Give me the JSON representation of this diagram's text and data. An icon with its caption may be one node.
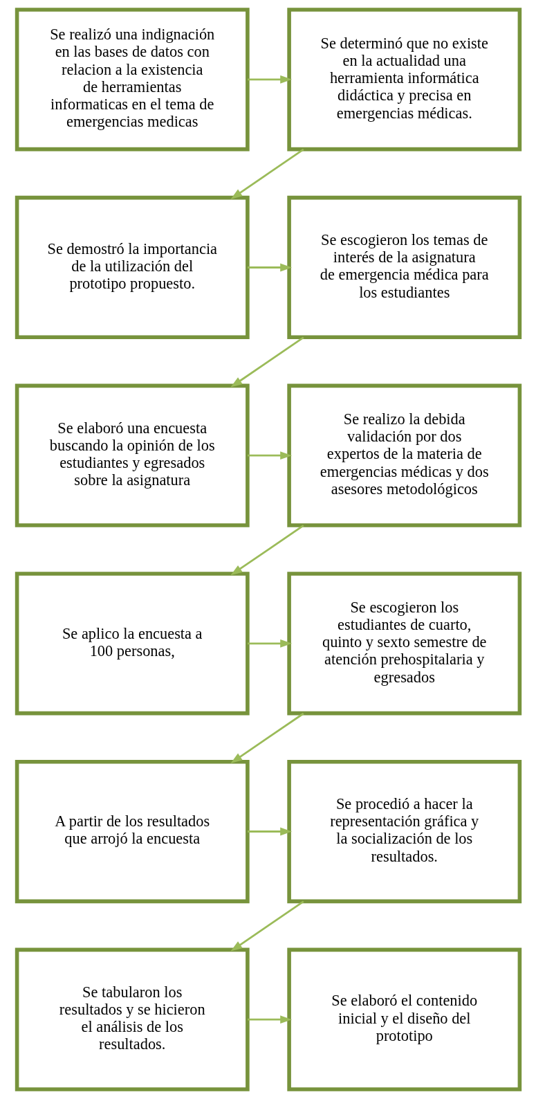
{
  "diagram": {
    "nodes": [
      {
        "text": [
          "Se realizó una indignación en las bases de datos con relacion a la existencia de herramientas informaticas en el tema de emergencias medicas"
        ]
      },
      {
        "text": [
          "Se determinó que no existe en la actualidad una herramienta informática didáctica y precisa en emergencias médicas."
        ]
      },
      {
        "text": [
          "Se demostró la importancia de la utilización del prototipo propuesto."
        ]
      },
      {
        "text": [
          "Se escogieron los temas de interés de la asignatura de emergencia médica para los estudiantes"
        ]
      },
      {
        "text": [
          "Se elaboró una encuesta buscando la opinión de los estudiantes y egresados sobre la asignatura"
        ]
      },
      {
        "text": [
          "Se realizo la debida validación por dos expertos de la materia de emergencias médicas y dos asesores metodológicos"
        ]
      },
      {
        "text": [
          "Se aplico la encuesta a 100 personas,"
        ]
      },
      {
        "text": [
          "Se escogieron los estudiantes de cuarto, quinto y sexto semestre de atención prehospitalaria y egresados"
        ]
      },
      {
        "text": [
          "A partir de los resultados que arrojó la encuesta"
        ]
      },
      {
        "text": [
          "Se procedió a hacer la representación gráfica y la socialización de los resultados."
        ]
      },
      {
        "text": [
          "Se tabularon los resultados y se hicieron el análisis de los resultados."
        ]
      },
      {
        "text": [
          "Se elaboró el contenido inicial y el diseño del prototipo"
        ]
      }
    ],
    "edges": [
      {
        "from": 0,
        "to": 1,
        "arrow": "to"
      },
      {
        "from": 1,
        "to": 2,
        "arrow": "to"
      },
      {
        "from": 2,
        "to": 3,
        "arrow": "to"
      },
      {
        "from": 3,
        "to": 4,
        "arrow": "to"
      },
      {
        "from": 4,
        "to": 5,
        "arrow": "to"
      },
      {
        "from": 5,
        "to": 6,
        "arrow": "to"
      },
      {
        "from": 6,
        "to": 7,
        "arrow": "to"
      },
      {
        "from": 7,
        "to": 8,
        "arrow": "to"
      },
      {
        "from": 8,
        "to": 9,
        "arrow": "to"
      },
      {
        "from": 9,
        "to": 10,
        "arrow": "to"
      },
      {
        "from": 10,
        "to": 11,
        "arrow": "to"
      }
    ]
  }
}
